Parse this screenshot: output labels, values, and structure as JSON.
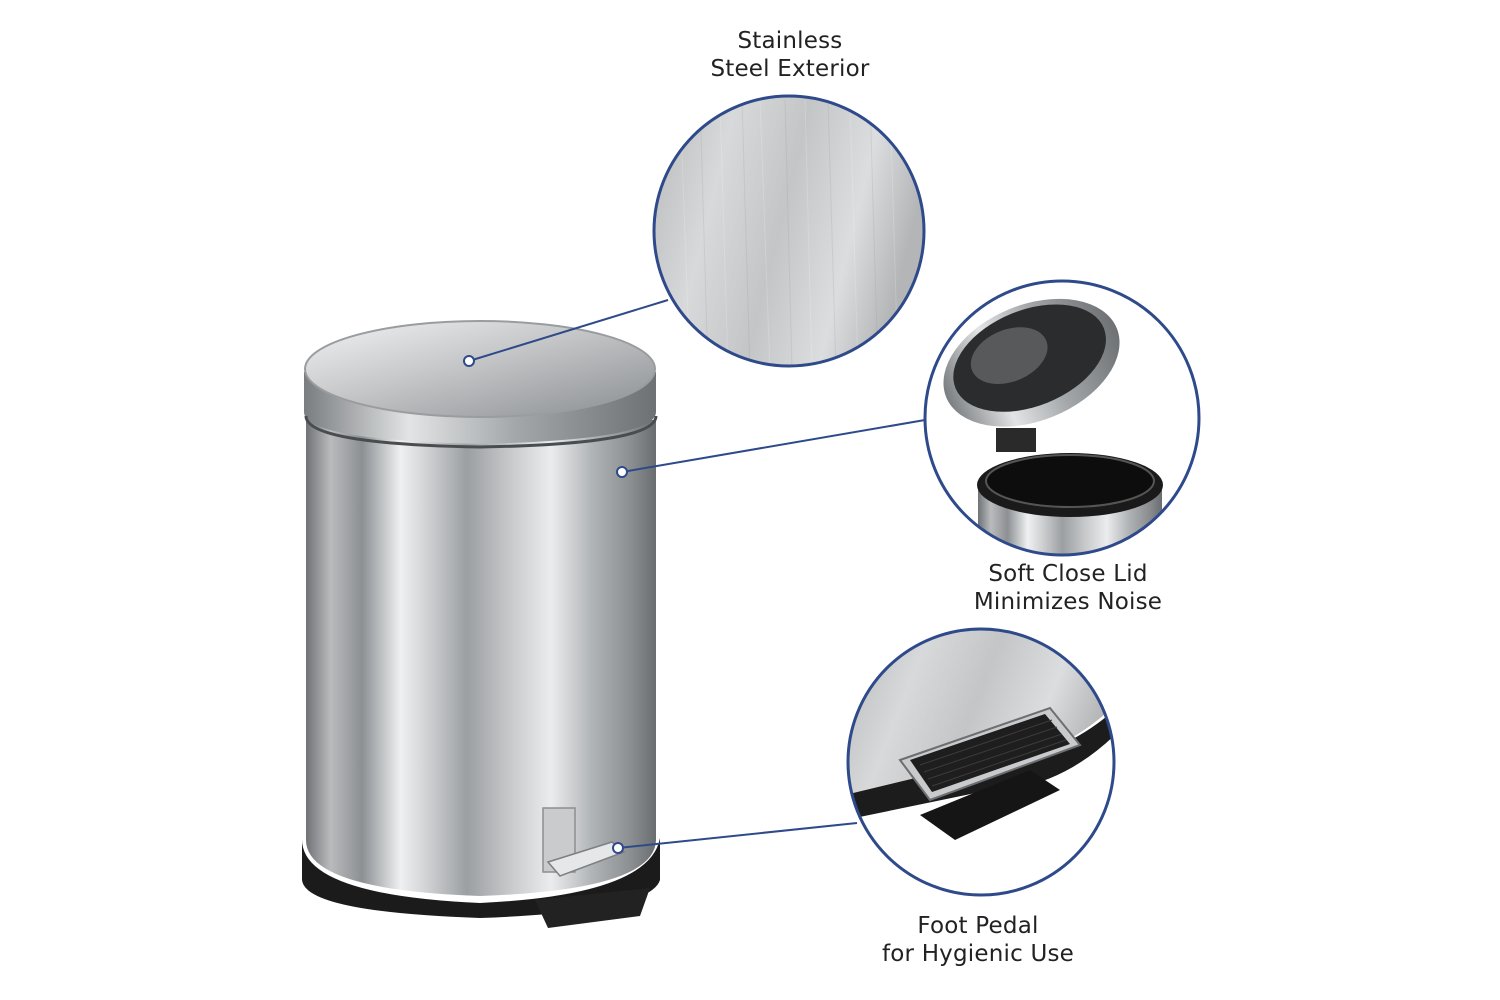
{
  "callouts": [
    {
      "id": "exterior",
      "lines": [
        "Stainless",
        "Steel Exterior"
      ]
    },
    {
      "id": "lid",
      "lines": [
        "Soft Close Lid",
        "Minimizes Noise"
      ]
    },
    {
      "id": "pedal",
      "lines": [
        "Foot Pedal",
        "for Hygienic Use"
      ]
    }
  ],
  "colors": {
    "accent": "#2e4a8a",
    "steel_light": "#d9dadb",
    "steel_dark": "#7c7f82",
    "base": "#1c1c1c"
  }
}
